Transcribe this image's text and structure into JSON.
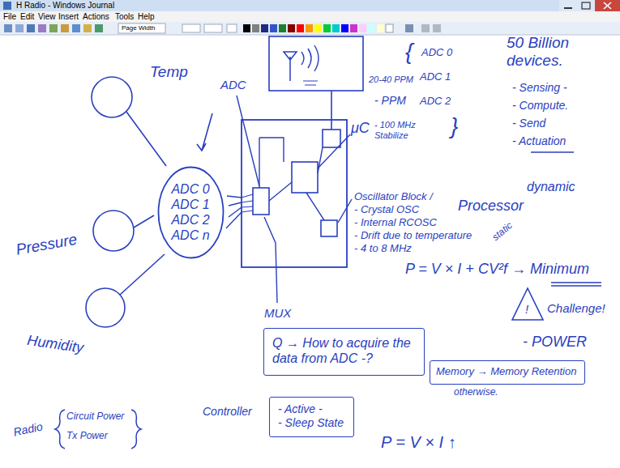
{
  "diagram": {
    "nodes": [
      {
        "text": [
          "ADC 0",
          "ADC 1",
          "ADC 2",
          "ADC n"
        ]
      },
      {
        "text": [
          "Q → How to acquire the data from ADC -?"
        ]
      },
      {
        "text": [
          "Memory → Memory Retention"
        ]
      },
      {
        "text": [
          "- Active -",
          "- Sleep State"
        ]
      }
    ],
    "labels": [
      "H Radio - Windows Journal",
      "File",
      "Edit",
      "View",
      "Insert",
      "Actions",
      "Tools",
      "Help",
      "Page Width",
      "Temp",
      "Pressure",
      "Humidity",
      "ADC",
      "μC",
      "MUX",
      "Oscillator Block /",
      "- Crystal OSC",
      "- Internal RCOSC",
      "- Drift due to temperature",
      "- 4 to 8 MHz",
      "20-40 PPM",
      "- PPM",
      "- 100 MHz Stabilize",
      "{",
      "ADC 0",
      "ADC 1",
      "ADC 2",
      "}",
      "Processor",
      "50 Billion devices.",
      "- Sensing -",
      "- Compute.",
      "- Send",
      "- Actuation",
      "static",
      "dynamic",
      "P = V × I + CV²f → Minimum",
      "Challenge!",
      "- POWER",
      "!",
      "otherwise.",
      "Controller",
      "Radio",
      "Circuit Power",
      "Tx Power",
      "P = V × I ↑"
    ]
  }
}
